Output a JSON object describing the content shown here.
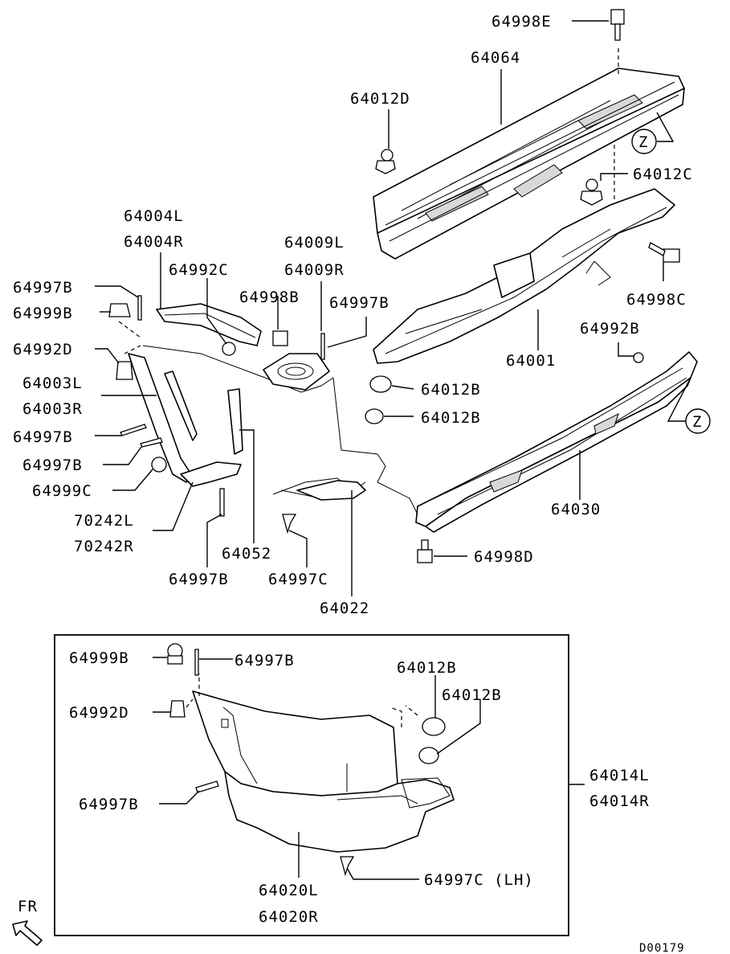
{
  "labels": {
    "p64998E": "64998E",
    "p64064": "64064",
    "p64012D": "64012D",
    "p64012C": "64012C",
    "p64998C": "64998C",
    "p64001": "64001",
    "p64992B": "64992B",
    "p64030": "64030",
    "p64998D": "64998D",
    "p64012B_a": "64012B",
    "p64012B_b": "64012B",
    "p64004L": "64004L",
    "p64004R": "64004R",
    "p64009L": "64009L",
    "p64009R": "64009R",
    "p64992C": "64992C",
    "p64998B": "64998B",
    "p64997B_top": "64997B",
    "p64997B_left": "64997B",
    "p64999B": "64999B",
    "p64992D": "64992D",
    "p64003L": "64003L",
    "p64003R": "64003R",
    "p64997B_mid1": "64997B",
    "p64997B_mid2": "64997B",
    "p64999C": "64999C",
    "p70242L": "70242L",
    "p70242R": "70242R",
    "p64052": "64052",
    "p64997B_bot": "64997B",
    "p64997C": "64997C",
    "p64022": "64022",
    "i64999B": "64999B",
    "i64997B_top": "64997B",
    "i64992D": "64992D",
    "i64012B_a": "64012B",
    "i64012B_b": "64012B",
    "i64014L": "64014L",
    "i64014R": "64014R",
    "i64997B": "64997B",
    "i64020L": "64020L",
    "i64020R": "64020R",
    "i64997C_LH": "64997C (LH)"
  },
  "markers": {
    "z_top": "Z",
    "z_right": "Z"
  },
  "direction": {
    "fr": "FR"
  },
  "diagram_code": "D00179"
}
